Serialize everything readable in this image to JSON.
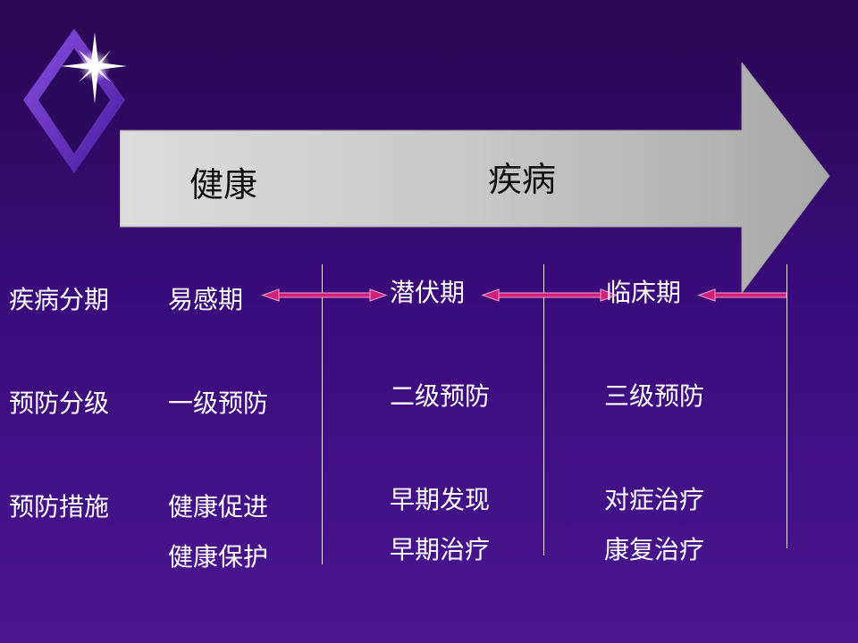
{
  "arrow": {
    "left_label": "健康",
    "right_label": "疾病"
  },
  "rows": [
    {
      "header": "疾病分期",
      "col1": [
        "易感期"
      ],
      "col2": [
        "潜伏期"
      ],
      "col3": [
        "临床期"
      ]
    },
    {
      "header": "预防分级",
      "col1": [
        "一级预防"
      ],
      "col2": [
        "二级预防"
      ],
      "col3": [
        "三级预防"
      ]
    },
    {
      "header": "预防措施",
      "col1": [
        "健康促进",
        "健康保护"
      ],
      "col2": [
        "早期发现",
        "早期治疗"
      ],
      "col3": [
        "对症治疗",
        "康复治疗"
      ]
    }
  ],
  "colors": {
    "arrow_fill": "#c0c0c0",
    "connector": "#d0207a",
    "background": "#3a0b7a"
  },
  "icons": [
    "diamond-icon",
    "star-burst-icon"
  ]
}
